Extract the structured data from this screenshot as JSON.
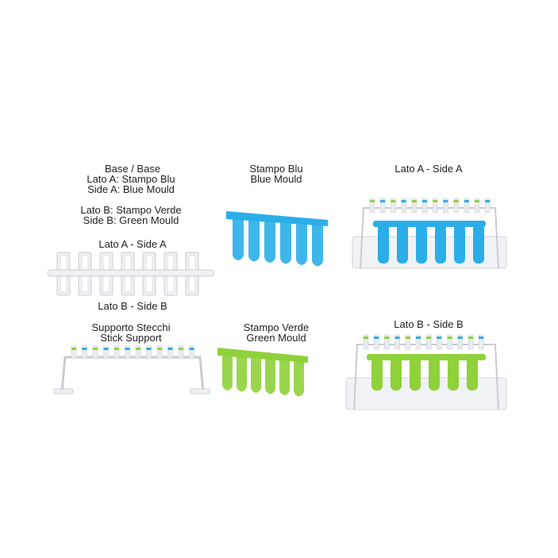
{
  "labels": {
    "base_title": "Base / Base",
    "base_side_a_it": "Lato A: Stampo Blu",
    "base_side_a_en": "Side A: Blue Mould",
    "base_side_b_it": "Lato B: Stampo Verde",
    "base_side_b_en": "Side B: Green Mould",
    "base_top": "Lato A - Side A",
    "base_bottom": "Lato B - Side B",
    "blue_mould_it": "Stampo Blu",
    "blue_mould_en": "Blue Mould",
    "rack_a": "Lato A - Side A",
    "stick_support_it": "Supporto Stecchi",
    "stick_support_en": "Stick Support",
    "green_mould_it": "Stampo Verde",
    "green_mould_en": "Green Mould",
    "rack_b": "Lato B - Side B"
  },
  "colors": {
    "blue": "#2aaee8",
    "green": "#8fd13a",
    "white_plastic": "#eef0f3",
    "outline": "#c8ccd2"
  }
}
